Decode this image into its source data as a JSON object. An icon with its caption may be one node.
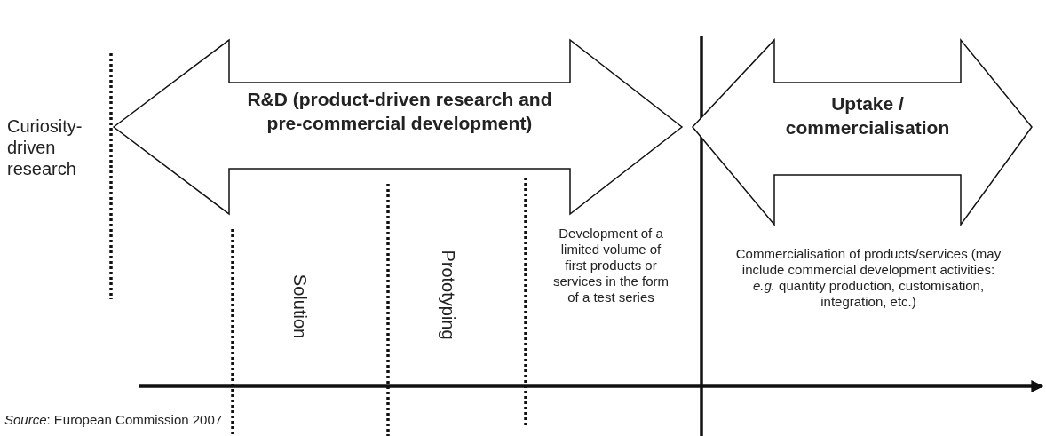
{
  "diagram": {
    "nodes": [
      {
        "text": [
          "R&D (product-driven research and pre-commercial development)"
        ]
      },
      {
        "text": [
          "Uptake / commercialisation"
        ]
      }
    ],
    "edges": [],
    "labels": [
      "Curiosity-driven research",
      "Solution",
      "Prototyping",
      "Development of a limited volume of first products or services in the form of a test series",
      "Commercialisation of products/services (may include commercial development activities: *e.g.* quantity production, customisation, integration, etc.)",
      "*Source*: European Commission 2007"
    ]
  }
}
